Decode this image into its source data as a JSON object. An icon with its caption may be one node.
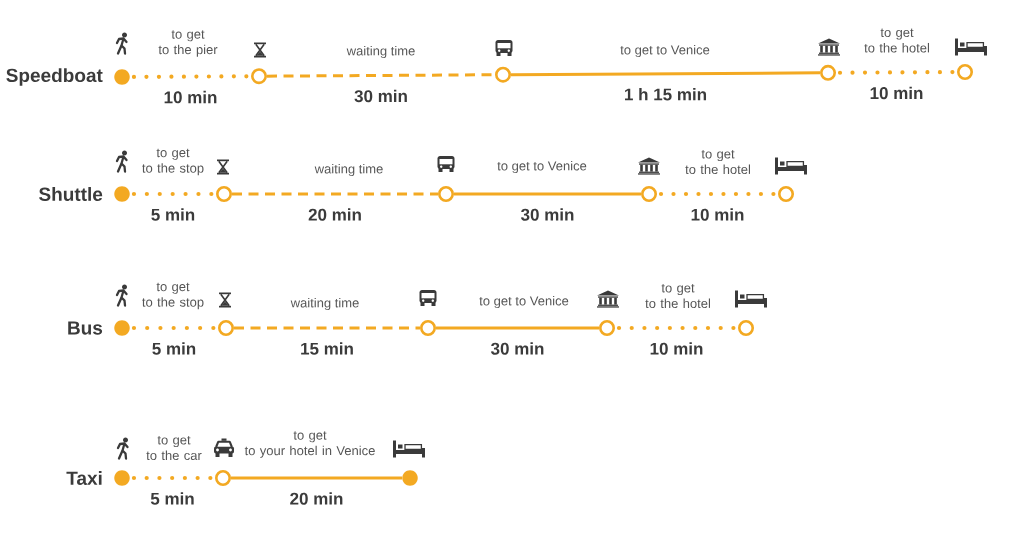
{
  "diagram": {
    "nodes": [
      {
        "text": [],
        "shape": "circle",
        "beside": [
          "Speedboat"
        ]
      },
      {
        "text": [],
        "shape": "circle"
      },
      {
        "text": [],
        "shape": "circle"
      },
      {
        "text": [],
        "shape": "circle"
      },
      {
        "text": [],
        "shape": "circle"
      },
      {
        "text": [],
        "shape": "circle",
        "beside": [
          "Shuttle"
        ]
      },
      {
        "text": [],
        "shape": "circle"
      },
      {
        "text": [],
        "shape": "circle"
      },
      {
        "text": [],
        "shape": "circle"
      },
      {
        "text": [],
        "shape": "circle"
      },
      {
        "text": [],
        "shape": "circle",
        "beside": [
          "Bus"
        ]
      },
      {
        "text": [],
        "shape": "circle"
      },
      {
        "text": [],
        "shape": "circle"
      },
      {
        "text": [],
        "shape": "circle"
      },
      {
        "text": [],
        "shape": "circle"
      },
      {
        "text": [],
        "shape": "circle",
        "beside": [
          "Taxi"
        ]
      },
      {
        "text": [],
        "shape": "circle"
      },
      {
        "text": [],
        "shape": "circle"
      }
    ],
    "edges": [
      {
        "from": 0,
        "to": 1,
        "arrow": "none",
        "label": "10 min",
        "style": "dashed"
      },
      {
        "from": 1,
        "to": 2,
        "arrow": "none",
        "label": "30 min",
        "style": "dashed"
      },
      {
        "from": 2,
        "to": 3,
        "arrow": "none",
        "label": "1 h 15 min"
      },
      {
        "from": 3,
        "to": 4,
        "arrow": "none",
        "label": "10 min",
        "style": "dashed"
      },
      {
        "from": 5,
        "to": 6,
        "arrow": "none",
        "label": "5 min",
        "style": "dashed"
      },
      {
        "from": 6,
        "to": 7,
        "arrow": "none",
        "label": "20 min",
        "style": "dashed"
      },
      {
        "from": 7,
        "to": 8,
        "arrow": "none",
        "label": "30 min"
      },
      {
        "from": 8,
        "to": 9,
        "arrow": "none",
        "label": "10 min",
        "style": "dashed"
      },
      {
        "from": 10,
        "to": 11,
        "arrow": "none",
        "label": "5 min",
        "style": "dashed"
      },
      {
        "from": 11,
        "to": 12,
        "arrow": "none",
        "label": "15 min",
        "style": "dashed"
      },
      {
        "from": 12,
        "to": 13,
        "arrow": "none",
        "label": "30 min"
      },
      {
        "from": 13,
        "to": 14,
        "arrow": "none",
        "label": "10 min",
        "style": "dashed"
      },
      {
        "from": 15,
        "to": 16,
        "arrow": "none",
        "label": "5 min",
        "style": "dashed"
      },
      {
        "from": 16,
        "to": 17,
        "arrow": "none",
        "label": "20 min"
      }
    ],
    "labels": [
      "to get to the pier",
      "waiting time",
      "to get to Venice",
      "to get to the hotel",
      "to get to the stop",
      "waiting time",
      "to get to Venice",
      "to get to the hotel",
      "to get to the stop",
      "waiting time",
      "to get to Venice",
      "to get to the hotel",
      "to get to the car",
      "to get to your hotel in Venice"
    ]
  }
}
